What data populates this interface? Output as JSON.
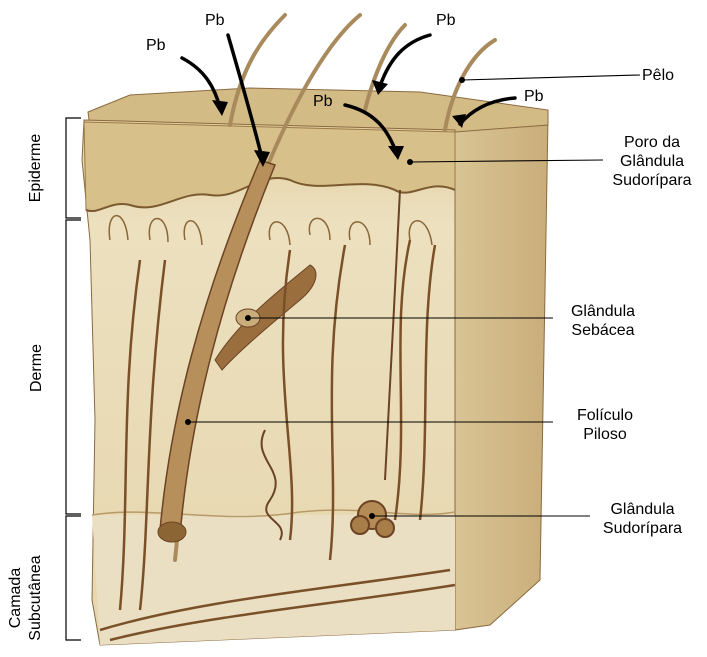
{
  "labels": {
    "pelo": "Pêlo",
    "poro_line1": "Poro da",
    "poro_line2": "Glândula",
    "poro_line3": "Sudorípara",
    "sebacea_line1": "Glândula",
    "sebacea_line2": "Sebácea",
    "foliculo_line1": "Folículo",
    "foliculo_line2": "Piloso",
    "sudoripara_line1": "Glândula",
    "sudoripara_line2": "Sudorípara"
  },
  "pb_markers": [
    "Pb",
    "Pb",
    "Pb",
    "Pb",
    "Pb"
  ],
  "layers": {
    "epiderme": "Epiderme",
    "derme": "Derme",
    "subcutanea_line1": "Camada",
    "subcutanea_line2": "Subcutânea"
  },
  "colors": {
    "skin_light": "#eadcb4",
    "skin_mid": "#d8c38f",
    "skin_dark": "#a8875a",
    "structure_brown": "#6b4324",
    "leader_line": "#000000"
  }
}
